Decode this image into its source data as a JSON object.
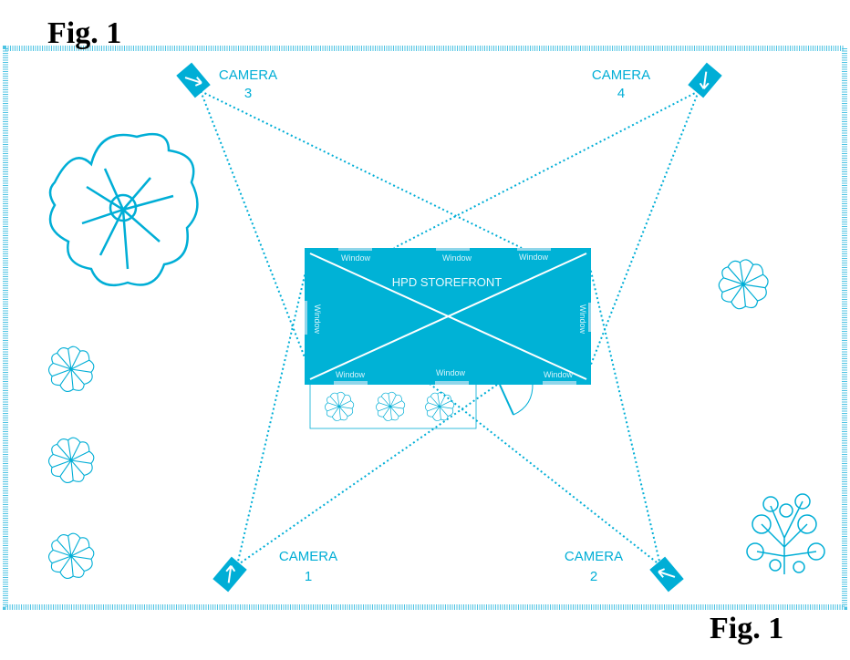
{
  "figure_label_top": "Fig. 1",
  "figure_label_bottom": "Fig. 1",
  "storefront": {
    "title": "HPD STOREFRONT",
    "windows": [
      "Window",
      "Window",
      "Window",
      "Window",
      "Window",
      "Window",
      "Window",
      "Window"
    ]
  },
  "cameras": [
    {
      "label": "CAMERA",
      "number": "1"
    },
    {
      "label": "CAMERA",
      "number": "2"
    },
    {
      "label": "CAMERA",
      "number": "3"
    },
    {
      "label": "CAMERA",
      "number": "4"
    }
  ],
  "colors": {
    "accent": "#00aed6",
    "window": "#8fd6ea"
  }
}
